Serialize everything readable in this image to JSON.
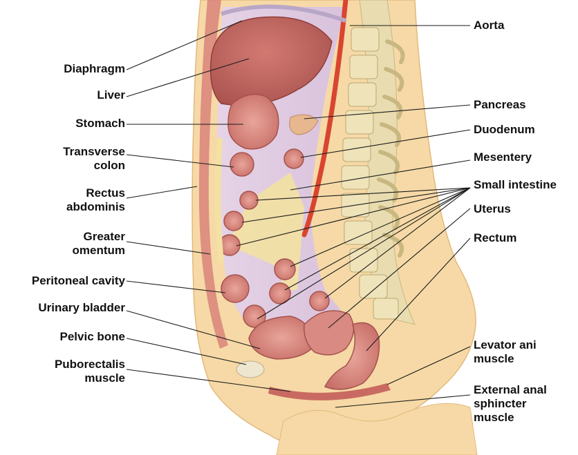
{
  "labels_left": [
    {
      "key": "diaphragm",
      "lines": [
        "Diaphragm"
      ]
    },
    {
      "key": "liver",
      "lines": [
        "Liver"
      ]
    },
    {
      "key": "stomach",
      "lines": [
        "Stomach"
      ]
    },
    {
      "key": "transverse-colon",
      "lines": [
        "Transverse",
        "colon"
      ]
    },
    {
      "key": "rectus-abdominis",
      "lines": [
        "Rectus",
        "abdominis"
      ]
    },
    {
      "key": "greater-omentum",
      "lines": [
        "Greater",
        "omentum"
      ]
    },
    {
      "key": "peritoneal-cavity",
      "lines": [
        "Peritoneal cavity"
      ]
    },
    {
      "key": "urinary-bladder",
      "lines": [
        "Urinary bladder"
      ]
    },
    {
      "key": "pelvic-bone",
      "lines": [
        "Pelvic bone"
      ]
    },
    {
      "key": "puborectalis-muscle",
      "lines": [
        "Puborectalis",
        "muscle"
      ]
    }
  ],
  "labels_right": [
    {
      "key": "aorta",
      "lines": [
        "Aorta"
      ]
    },
    {
      "key": "pancreas",
      "lines": [
        "Pancreas"
      ]
    },
    {
      "key": "duodenum",
      "lines": [
        "Duodenum"
      ]
    },
    {
      "key": "mesentery",
      "lines": [
        "Mesentery"
      ]
    },
    {
      "key": "small-intestine",
      "lines": [
        "Small intestine"
      ]
    },
    {
      "key": "uterus",
      "lines": [
        "Uterus"
      ]
    },
    {
      "key": "rectum",
      "lines": [
        "Rectum"
      ]
    },
    {
      "key": "levator-ani-muscle",
      "lines": [
        "Levator ani",
        "muscle"
      ]
    },
    {
      "key": "external-anal-sphincter-muscle",
      "lines": [
        "External anal",
        "sphincter",
        "muscle"
      ]
    }
  ],
  "colors": {
    "label_text": "#111111",
    "leader_line": "#1a1a1a",
    "skin": "#f6d9a6",
    "fat": "#f8e6a8",
    "muscle": "#d9827a",
    "organ": "#cf7a73",
    "liver": "#b85f5a",
    "bone": "#e8dcb0",
    "cavity": "#dcc7e0",
    "aorta": "#d9452f"
  }
}
